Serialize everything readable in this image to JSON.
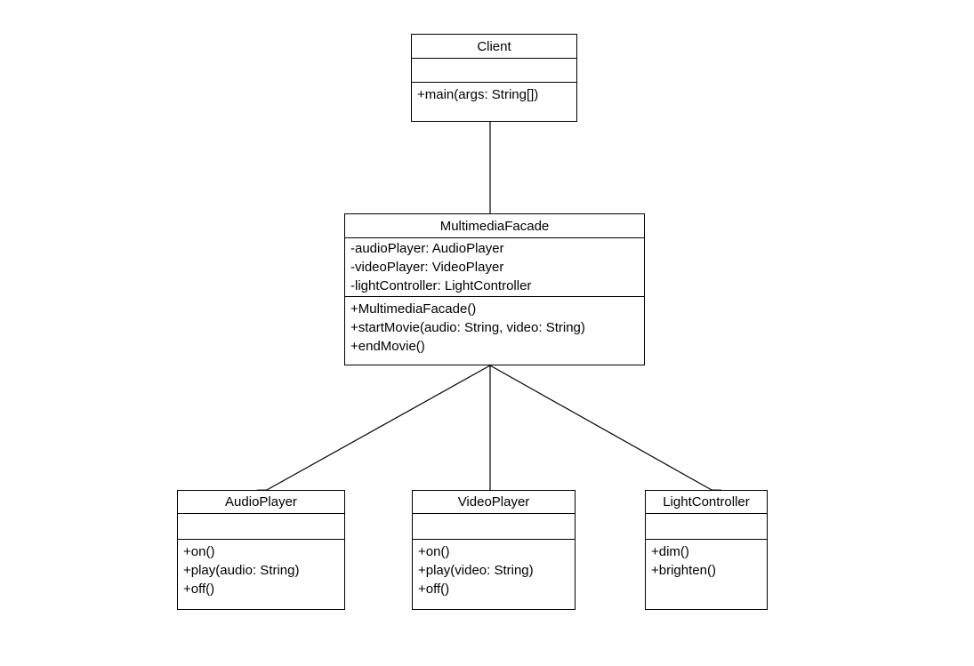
{
  "diagram": {
    "type": "uml-class-diagram",
    "pattern": "Facade",
    "colors": {
      "background": "#ffffff",
      "line": "#000000",
      "text": "#000000"
    },
    "classes": [
      {
        "name": "Client",
        "attributes": [],
        "methods": [
          "+main(args: String[])"
        ]
      },
      {
        "name": "MultimediaFacade",
        "attributes": [
          "-audioPlayer: AudioPlayer",
          "-videoPlayer: VideoPlayer",
          "-lightController: LightController"
        ],
        "methods": [
          "+MultimediaFacade()",
          "+startMovie(audio: String, video: String)",
          "+endMovie()"
        ]
      },
      {
        "name": "AudioPlayer",
        "attributes": [],
        "methods": [
          "+on()",
          "+play(audio: String)",
          "+off()"
        ]
      },
      {
        "name": "VideoPlayer",
        "attributes": [],
        "methods": [
          "+on()",
          "+play(video: String)",
          "+off()"
        ]
      },
      {
        "name": "LightController",
        "attributes": [],
        "methods": [
          "+dim()",
          "+brighten()"
        ]
      }
    ],
    "relationships": [
      {
        "from": "Client",
        "to": "MultimediaFacade",
        "type": "directed-association"
      },
      {
        "from": "MultimediaFacade",
        "to": "AudioPlayer",
        "type": "directed-association"
      },
      {
        "from": "MultimediaFacade",
        "to": "VideoPlayer",
        "type": "directed-association"
      },
      {
        "from": "MultimediaFacade",
        "to": "LightController",
        "type": "directed-association"
      }
    ]
  }
}
